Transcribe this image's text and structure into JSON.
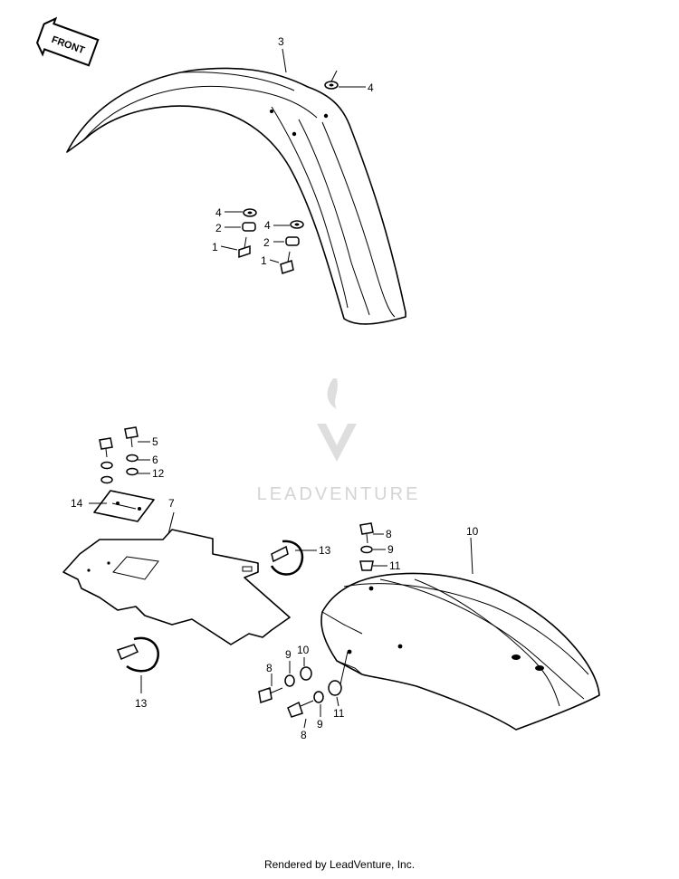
{
  "badge": {
    "front_label": "FRONT"
  },
  "watermark": {
    "brand": "LEADVENTURE"
  },
  "callouts": {
    "front_fender": "3",
    "top_washer": "4",
    "washer_left_top": "4",
    "collar_left": "2",
    "bolt_left": "1",
    "washer_right_top": "4",
    "collar_right": "2",
    "bolt_right": "1",
    "flap_bolt": "5",
    "flap_washer": "6",
    "flap_nut": "12",
    "bracket": "14",
    "mud_flap": "7",
    "clamp_upper": "13",
    "clamp_lower": "13",
    "rear_fender": "10",
    "rear_top_bolt": "8",
    "rear_top_washer": "9",
    "rear_top_grommet": "11",
    "side_bolt_upper": "8",
    "side_washer_upper": "9",
    "side_grommet_upper": "10",
    "side_bolt_lower": "8",
    "side_washer_lower": "9",
    "side_grommet_lower": "11"
  },
  "footer": {
    "text": "Rendered by LeadVenture, Inc."
  }
}
